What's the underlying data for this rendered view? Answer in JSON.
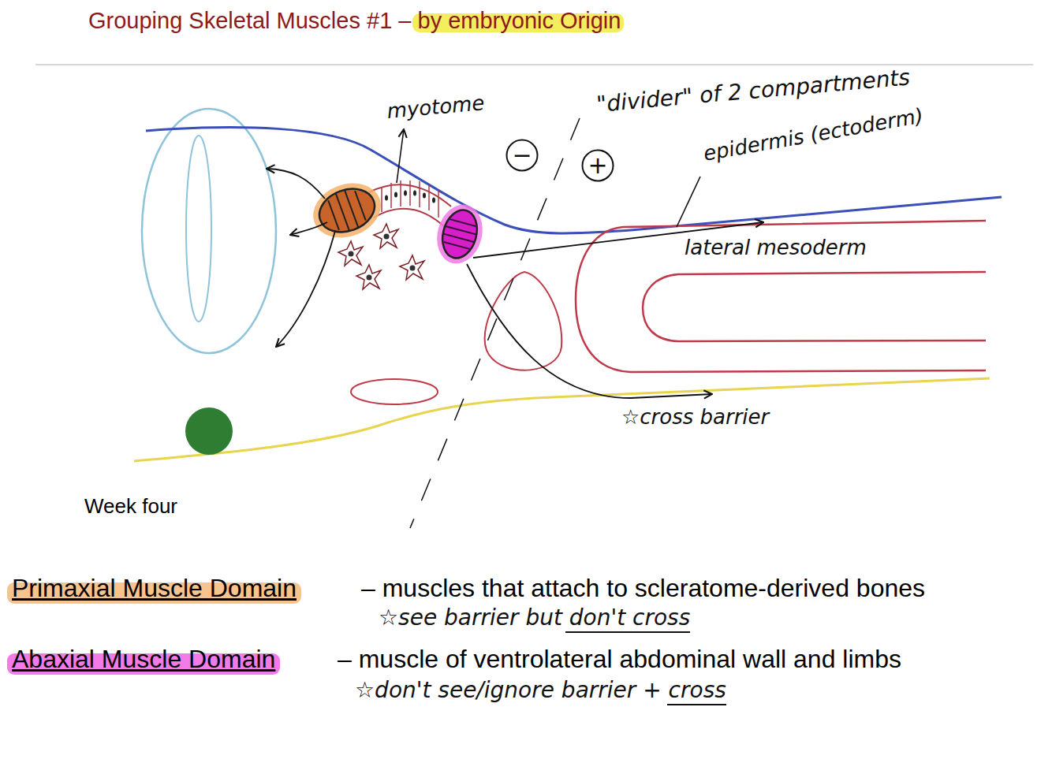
{
  "diagram": {
    "title": "Grouping Skeletal Muscles #1 – by embryonic Origin",
    "nodes": [
      {
        "text": [
          "−"
        ]
      },
      {
        "text": [
          "+"
        ]
      }
    ],
    "labels": [
      "myotome",
      "\"divider\" of 2 compartments",
      "epidermis (ectoderm)",
      "lateral mesoderm",
      "☆cross barrier",
      "Week four",
      "Primaxial Muscle Domain",
      "– muscles that attach to scleratome-derived bones",
      "☆see barrier but don't cross",
      "Abaxial Muscle Domain",
      "– muscle of ventrolateral abdominal wall and limbs",
      "☆don't see/ignore barrier + cross"
    ]
  }
}
